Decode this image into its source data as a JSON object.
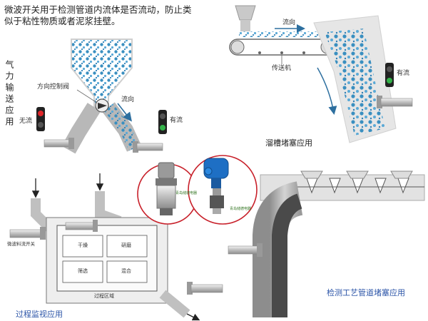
{
  "intro": {
    "line1": "微波开关用于检测管道内流体是否流动，防止类",
    "line2": "似于粘性物质或者泥浆挂壁。"
  },
  "side_label": "气力输送应用",
  "panel_valve": {
    "direction_valve": "方向控制阀",
    "flow": "流向",
    "no_flow": "无流",
    "has_flow": "有流"
  },
  "panel_conveyor": {
    "flow": "流向",
    "conveyor": "传送机",
    "has_flow": "有流",
    "caption": "溜槽堵塞应用"
  },
  "panel_process": {
    "switch_label": "微波料流开关",
    "cells": [
      "干燥",
      "研磨",
      "筛选",
      "混合"
    ],
    "area": "过程区域",
    "caption": "过程监视应用"
  },
  "panel_pipeline": {
    "caption": "检测工艺管道堵塞应用"
  },
  "products": {
    "left_brand": "青岛储德电器",
    "right_brand": "青岛储德电器"
  },
  "colors": {
    "particles": "#3a8fc0",
    "caption": "#2c55a8",
    "ring": "#c8202a",
    "light_red": "#e0262a",
    "light_green": "#34b34a",
    "pipe": "#bbbbbb"
  }
}
